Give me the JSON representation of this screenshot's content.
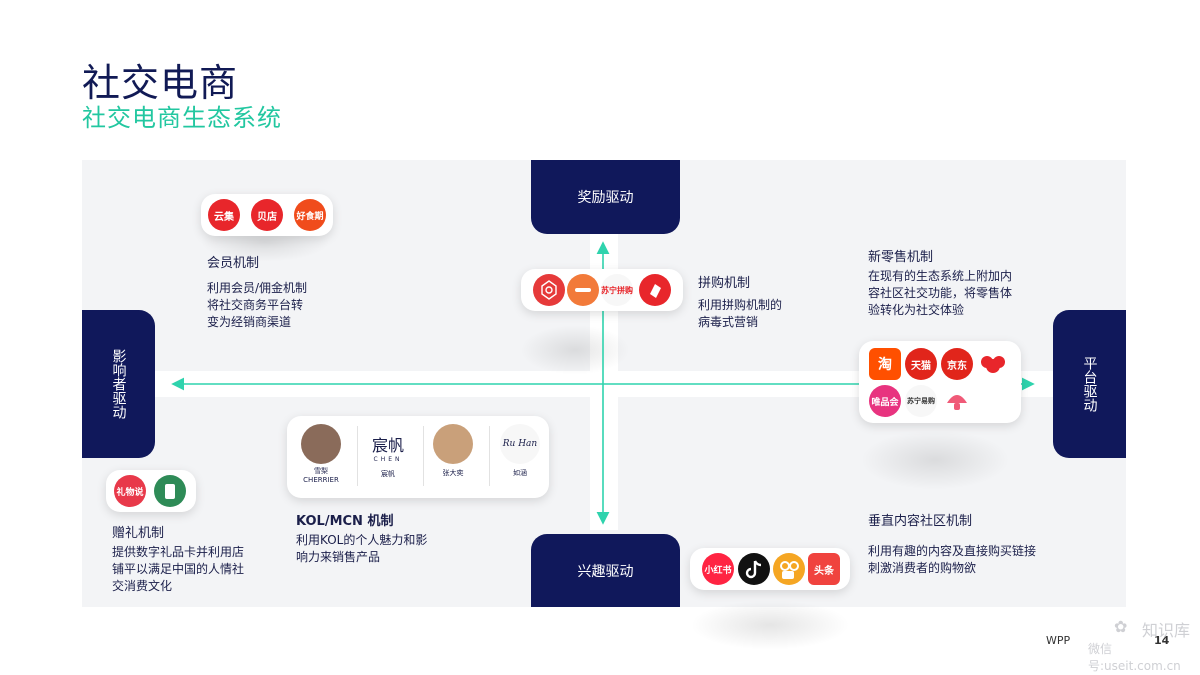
{
  "header": {
    "title": "社交电商",
    "subtitle": "社交电商生态系统"
  },
  "drivers": {
    "top": "奖励驱动",
    "bottom": "兴趣驱动",
    "left": "影响者驱动",
    "right": "平台驱动"
  },
  "membership": {
    "logos": [
      {
        "text": "云集",
        "color": "#e8262b"
      },
      {
        "text": "贝店",
        "color": "#e8262b"
      },
      {
        "text": "好食期",
        "color": "#f04c1c"
      }
    ],
    "heading": "会员机制",
    "lines": [
      "利用会员/佣金机制",
      "将社交商务平台转",
      "变为经销商渠道"
    ]
  },
  "groupbuy": {
    "logos": [
      {
        "text": "",
        "color": "#e63a3a"
      },
      {
        "text": "",
        "color": "#f27a3a"
      },
      {
        "text": "苏宁拼购",
        "color": "#f7f7f7"
      },
      {
        "text": "",
        "color": "#e8262b"
      }
    ],
    "heading": "拼购机制",
    "lines": [
      "利用拼购机制的",
      "病毒式营销"
    ]
  },
  "newretail": {
    "heading": "新零售机制",
    "lines": [
      "在现有的生态系统上附加内",
      "容社区社交功能，将零售体",
      "验转化为社交体验"
    ],
    "logos": [
      {
        "text": "淘",
        "color": "#ff5000"
      },
      {
        "text": "天猫",
        "color": "#e1251b"
      },
      {
        "text": "京东",
        "color": "#e1251b"
      },
      {
        "text": "",
        "color": "#e8262b"
      },
      {
        "text": "唯品会",
        "color": "#e8337f"
      },
      {
        "text": "苏宁易购",
        "color": "#f7f7f7"
      },
      {
        "text": "",
        "color": "#f05a78"
      }
    ]
  },
  "kol": {
    "people": [
      {
        "name": "雪梨",
        "sub": "CHERRIER"
      },
      {
        "name": "宸帆",
        "sub": "",
        "mark": "宸帆",
        "mark_sub": "CHEN"
      },
      {
        "name": "张大奕",
        "sub": ""
      },
      {
        "name": "如涵",
        "sub": "",
        "mark": "Ru Han"
      }
    ],
    "heading": "KOL/MCN 机制",
    "lines": [
      "利用KOL的个人魅力和影",
      "响力来销售产品"
    ]
  },
  "gift": {
    "logos": [
      {
        "text": "礼物说",
        "color": "#e8394a"
      },
      {
        "text": "",
        "color": "#2e8b57"
      }
    ],
    "heading": "赠礼机制",
    "lines": [
      "提供数字礼品卡并利用店",
      "铺平以满足中国的人情社",
      "交消费文化"
    ]
  },
  "content": {
    "heading": "垂直内容社区机制",
    "lines": [
      "利用有趣的内容及直接购买链接",
      "刺激消费者的购物欲"
    ],
    "logos": [
      {
        "text": "小红书",
        "color": "#ff2442"
      },
      {
        "text": "",
        "color": "#111111"
      },
      {
        "text": "",
        "color": "#f5a623"
      },
      {
        "text": "头条",
        "color": "#f0433e"
      }
    ]
  },
  "footer": {
    "brand": "WPP",
    "page": "14",
    "watermark1": "知识库",
    "watermark2": "微信号:useit.com.cn"
  },
  "colors": {
    "navy": "#10185b",
    "teal": "#22c7a0",
    "panel": "#f3f4f6"
  }
}
